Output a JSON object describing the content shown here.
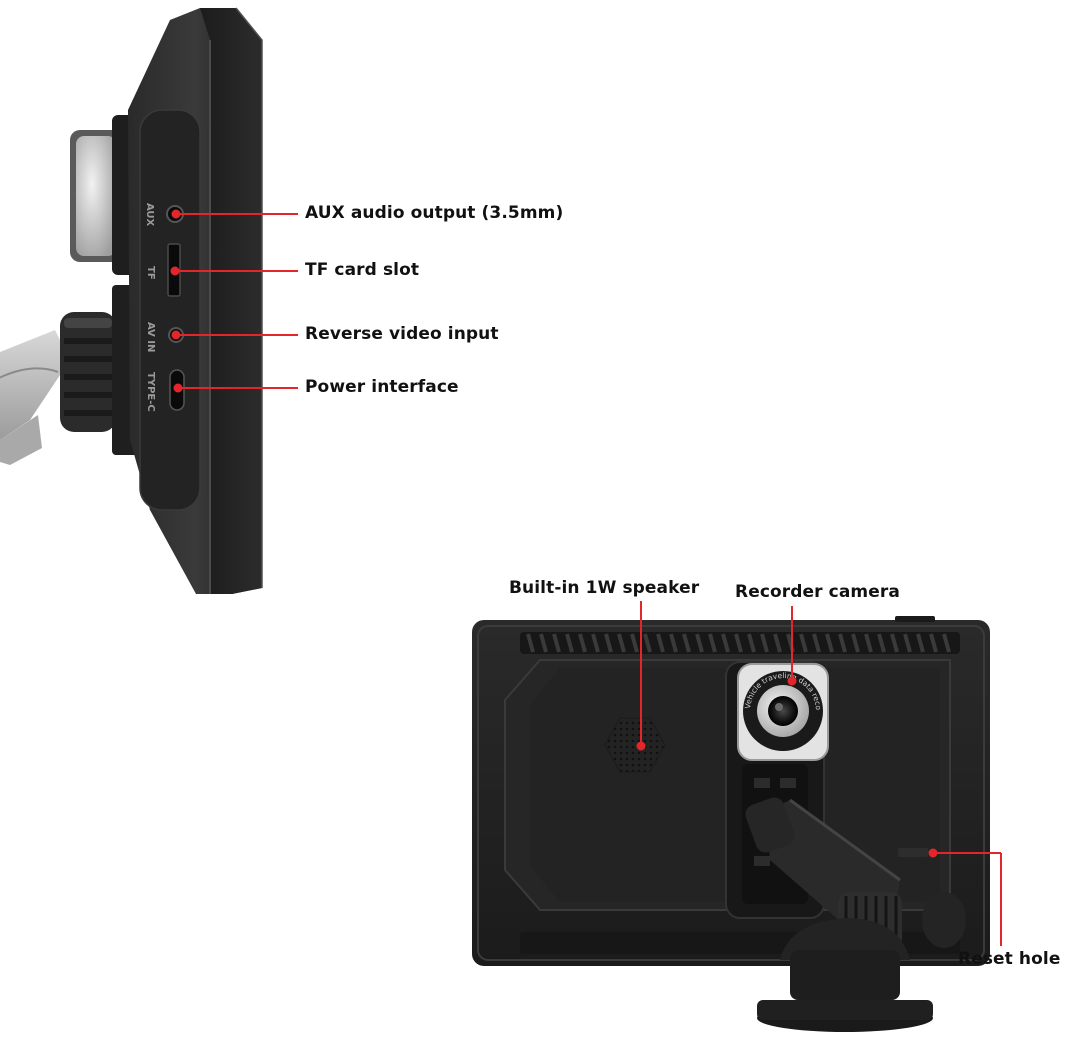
{
  "side_view": {
    "port_markings": {
      "aux": "AUX",
      "tf": "TF",
      "av_in": "AV IN",
      "type_c": "TYPE-C"
    },
    "callouts": [
      {
        "id": "aux",
        "text": "AUX audio output (3.5mm)"
      },
      {
        "id": "tf",
        "text": "TF card slot"
      },
      {
        "id": "av-in",
        "text": "Reverse video input"
      },
      {
        "id": "power",
        "text": "Power interface"
      }
    ]
  },
  "back_view": {
    "camera_ring_text": "Vehicle traveling data recorder",
    "callouts": [
      {
        "id": "speaker",
        "text": "Built-in 1W speaker"
      },
      {
        "id": "camera",
        "text": "Recorder camera"
      },
      {
        "id": "reset",
        "text": "Reset hole"
      }
    ]
  },
  "colors": {
    "accent_line": "#e3262b",
    "device_body": "#222222",
    "device_dark": "#141414",
    "mount_grey": "#bdbdbd"
  }
}
